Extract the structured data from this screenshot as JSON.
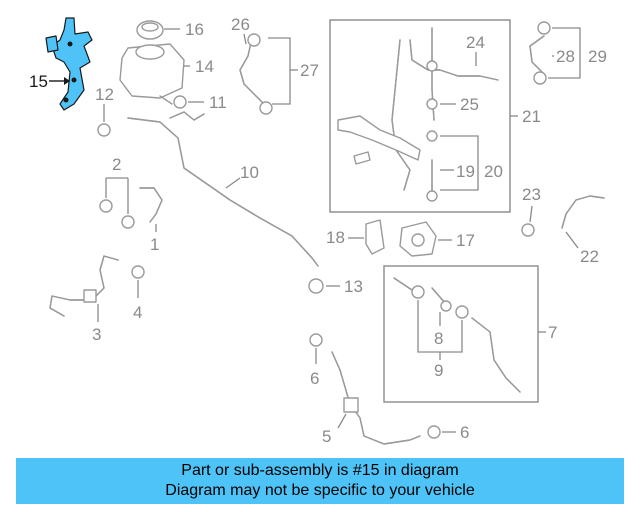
{
  "diagram": {
    "highlighted_part": "15",
    "callouts": {
      "c1": "1",
      "c2": "2",
      "c3": "3",
      "c4": "4",
      "c5": "5",
      "c6a": "6",
      "c6b": "6",
      "c7": "7",
      "c8": "8",
      "c9": "9",
      "c10": "10",
      "c11": "11",
      "c12": "12",
      "c13": "13",
      "c14": "14",
      "c15": "15",
      "c16": "16",
      "c17": "17",
      "c18": "18",
      "c19": "19",
      "c20": "20",
      "c21": "21",
      "c22": "22",
      "c23": "23",
      "c24": "24",
      "c25": "25",
      "c26": "26",
      "c27": "27",
      "c28": "28",
      "c29": "29"
    },
    "colors": {
      "highlight": "#4fc3f7",
      "banner": "#4dc3f7",
      "linework": "#9a9a9a"
    }
  },
  "banner": {
    "line1": "Part or sub-assembly is #15 in diagram",
    "line2": "Diagram may not be specific to your vehicle"
  }
}
